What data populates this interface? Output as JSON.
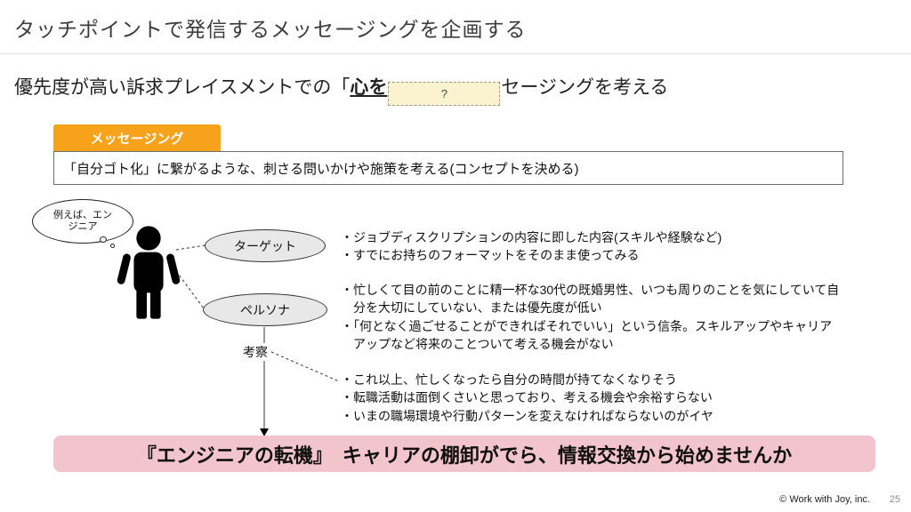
{
  "slide": {
    "title": "タッチポイントで発信するメッセージングを企画する",
    "subtitle": {
      "prefix": "優先度が高い訴求プレイスメントでの「",
      "emphasis": "心を",
      "mask_label": "?",
      "suffix": "セージングを考える"
    },
    "messaging": {
      "tab_label": "メッセージング",
      "box_text": "「自分ゴト化」に繋がるような、刺さる問いかけや施策を考える(コンセプトを決める)"
    },
    "diagram": {
      "thought_bubble": "例えば、エンジニア",
      "target_label": "ターゲット",
      "persona_label": "ペルソナ",
      "consideration_label": "考察"
    },
    "notes": {
      "target": [
        "・ジョブディスクリプションの内容に即した内容(スキルや経験など)",
        "・すでにお持ちのフォーマットをそのまま使ってみる"
      ],
      "persona": [
        "・忙しくて目の前のことに精一杯な30代の既婚男性、いつも周りのことを気にしていて自分を大切にしていない、または優先度が低い",
        "・「何となく過ごせることができればそれでいい」という信条。スキルアップやキャリアアップなど将来のことついて考える機会がない"
      ],
      "consideration": [
        "・これ以上、忙しくなったら自分の時間が持てなくなりそう",
        "・転職活動は面倒くさいと思っており、考える機会や余裕すらない",
        "・いまの職場環境や行動パターンを変えなければならないのがイヤ"
      ]
    },
    "banner": "『エンジニアの転機』　キャリアの棚卸がでら、情報交換から始めませんか",
    "footer": {
      "copyright": "© Work with Joy, inc.",
      "page_number": "25"
    },
    "colors": {
      "accent_orange": "#F7A21B",
      "banner_pink": "#F2C4CE",
      "mask_bg": "#FBF2D0",
      "oval_gray": "#E8E8E8"
    }
  }
}
